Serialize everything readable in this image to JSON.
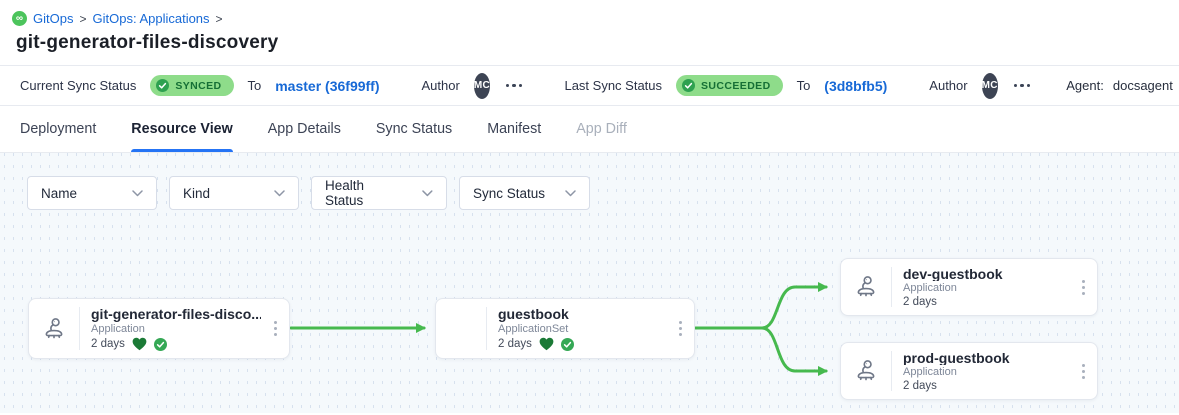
{
  "breadcrumb": {
    "logo_glyph": "∞",
    "items": [
      "GitOps",
      "GitOps: Applications"
    ],
    "separator": ">"
  },
  "page": {
    "title": "git-generator-files-discovery"
  },
  "status_bar": {
    "current": {
      "label": "Current Sync Status",
      "badge": "SYNCED",
      "to_label": "To",
      "revision": "master (36f99ff)",
      "author_label": "Author",
      "avatar": "MC"
    },
    "last": {
      "label": "Last Sync Status",
      "badge": "SUCCEEDED",
      "to_label": "To",
      "revision": "(3d8bfb5)",
      "author_label": "Author",
      "avatar": "MC"
    },
    "agent": {
      "label": "Agent:",
      "value": "docsagent"
    }
  },
  "tabs": [
    {
      "label": "Deployment",
      "state": "normal"
    },
    {
      "label": "Resource View",
      "state": "active"
    },
    {
      "label": "App Details",
      "state": "normal"
    },
    {
      "label": "Sync Status",
      "state": "normal"
    },
    {
      "label": "Manifest",
      "state": "normal"
    },
    {
      "label": "App Diff",
      "state": "disabled"
    }
  ],
  "filters": [
    {
      "label": "Name"
    },
    {
      "label": "Kind"
    },
    {
      "label": "Health Status"
    },
    {
      "label": "Sync Status"
    }
  ],
  "graph": {
    "nodes": [
      {
        "title": "git-generator-files-disco...",
        "kind": "Application",
        "age": "2 days",
        "healthy": true,
        "synced": true
      },
      {
        "title": "guestbook",
        "kind": "ApplicationSet",
        "age": "2 days",
        "healthy": true,
        "synced": true
      },
      {
        "title": "dev-guestbook",
        "kind": "Application",
        "age": "2 days",
        "healthy": false,
        "synced": false
      },
      {
        "title": "prod-guestbook",
        "kind": "Application",
        "age": "2 days",
        "healthy": false,
        "synced": false
      }
    ],
    "edges": [
      {
        "from": "git-generator-files-discovery",
        "to": "guestbook"
      },
      {
        "from": "guestbook",
        "to": "dev-guestbook"
      },
      {
        "from": "guestbook",
        "to": "prod-guestbook"
      }
    ]
  },
  "icons": {
    "logo": "infinity-circle",
    "badge_check": "check-circle",
    "health": "heart",
    "sync": "check-circle",
    "node_icon": "argo-mascot",
    "menu": "kebab-vertical",
    "chevron": "chevron-down"
  },
  "colors": {
    "accent_blue": "#1769d6",
    "tab_underline": "#2574f5",
    "badge_bg": "#8edc8a",
    "badge_text": "#156f35",
    "badge_check": "#2ea150",
    "edge_green": "#46b94e",
    "health_heart": "#1b7a36",
    "avatar_bg": "#3d4454",
    "logo_green": "#4cc45c",
    "canvas_bg": "#f5f9fc"
  }
}
